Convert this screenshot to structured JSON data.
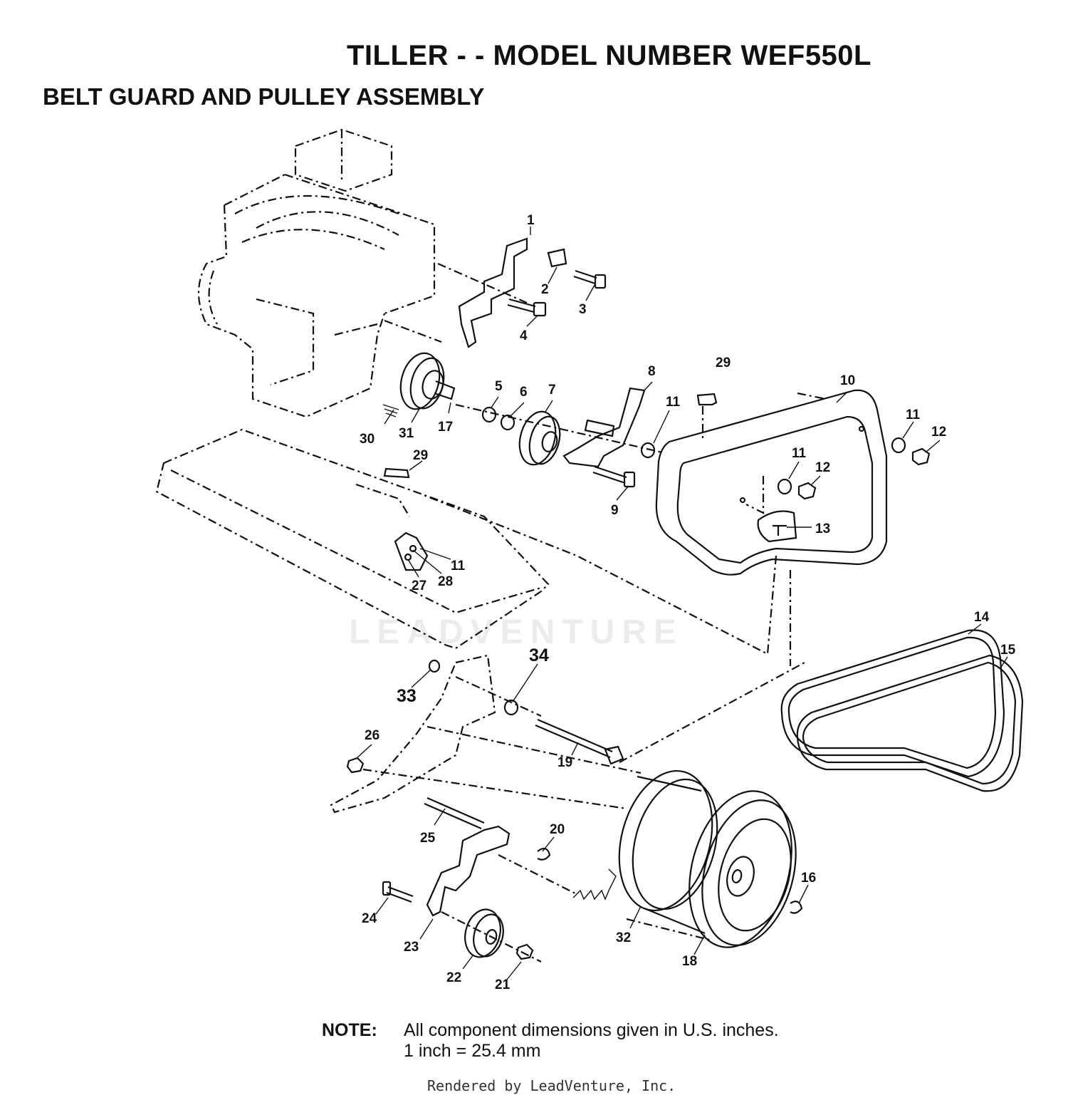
{
  "header": {
    "title": "TILLER - - MODEL NUMBER WEF550L",
    "subtitle": "BELT GUARD AND PULLEY ASSEMBLY"
  },
  "watermark": "LEADVENTURE",
  "callouts": [
    "1",
    "2",
    "3",
    "4",
    "5",
    "6",
    "7",
    "8",
    "9",
    "10",
    "11",
    "12",
    "13",
    "14",
    "15",
    "16",
    "17",
    "18",
    "19",
    "20",
    "21",
    "22",
    "23",
    "24",
    "25",
    "26",
    "27",
    "28",
    "29",
    "30",
    "31",
    "32",
    "33",
    "34"
  ],
  "note": {
    "label": "NOTE:",
    "line1": "All component dimensions given in U.S. inches.",
    "line2": "1 inch = 25.4 mm"
  },
  "credit": "Rendered by LeadVenture, Inc."
}
